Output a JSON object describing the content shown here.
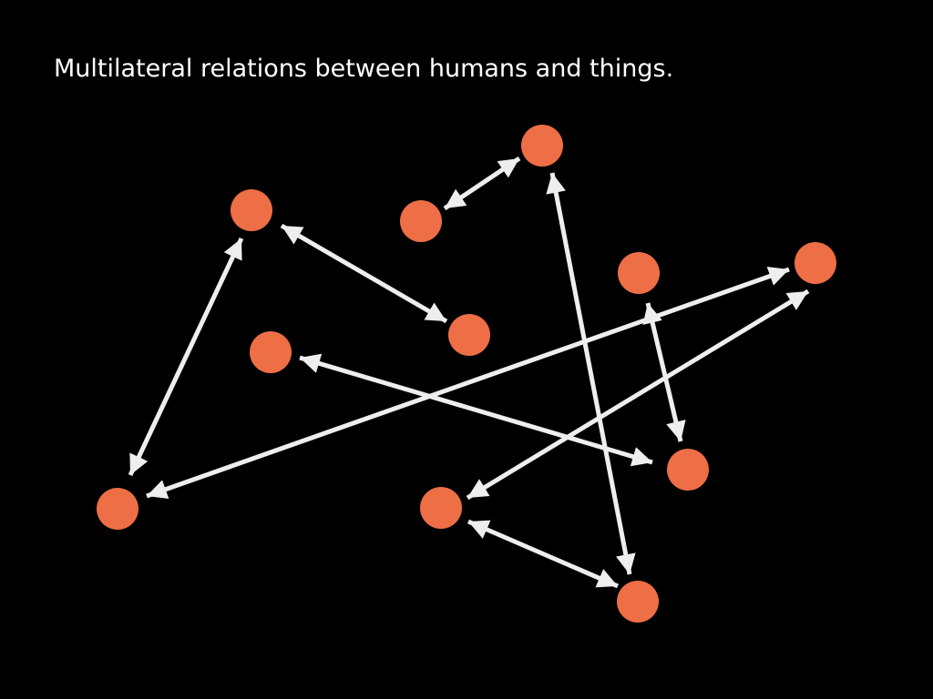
{
  "slide": {
    "title": "Multilateral relations between humans and things.",
    "background_color": "#000000",
    "title_color": "#ffffff"
  },
  "diagram": {
    "node_color": "#ee6e46",
    "arrow_color": "#eeeeee",
    "arrow_style": "double-headed",
    "node_count": 11,
    "relation_count": 9
  }
}
